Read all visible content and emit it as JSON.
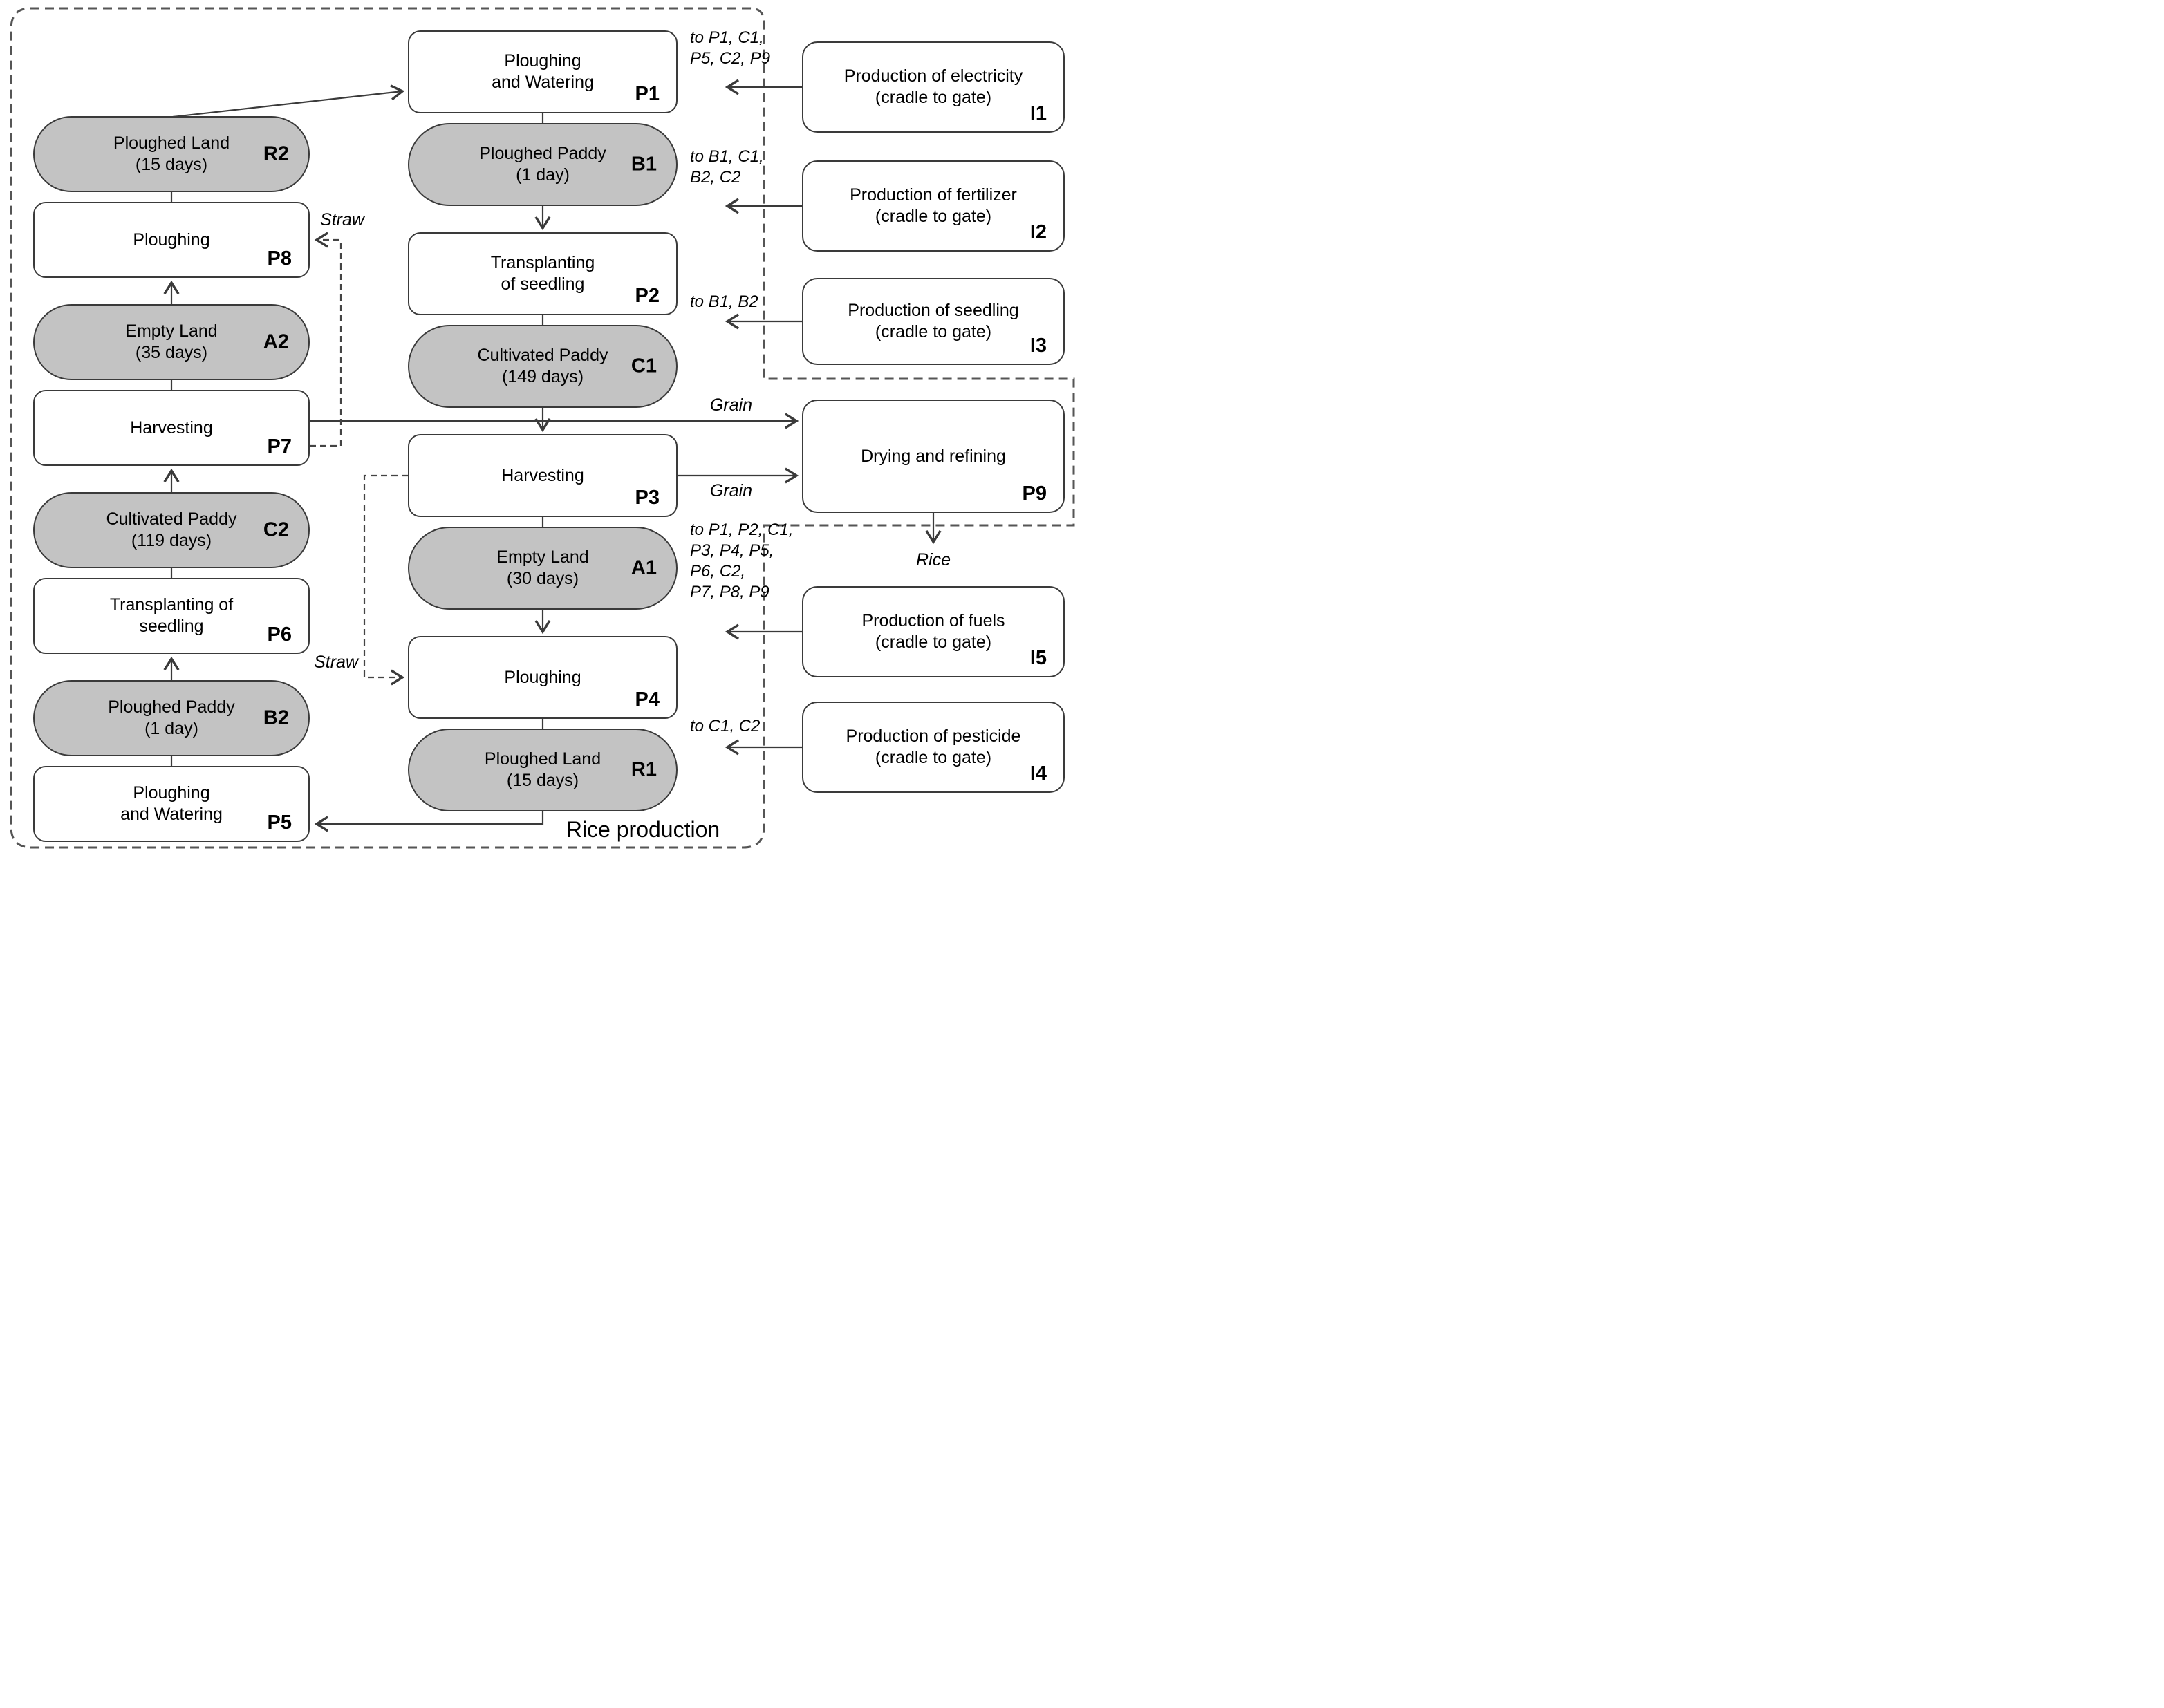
{
  "region": {
    "label": "Rice production"
  },
  "colors": {
    "state_fill": "#c3c3c3",
    "box_border": "#3a3a3a",
    "line": "#3a3a3a",
    "dashed_border": "#555555",
    "background": "#ffffff",
    "text": "#000000"
  },
  "nodes": {
    "P1": {
      "id": "P1",
      "line1": "Ploughing",
      "line2": "and Watering",
      "type": "process"
    },
    "B1": {
      "id": "B1",
      "line1": "Ploughed Paddy",
      "line2": "(1 day)",
      "type": "state"
    },
    "P2": {
      "id": "P2",
      "line1": "Transplanting",
      "line2": "of seedling",
      "type": "process"
    },
    "C1": {
      "id": "C1",
      "line1": "Cultivated Paddy",
      "line2": "(149 days)",
      "type": "state"
    },
    "P3": {
      "id": "P3",
      "line1": "Harvesting",
      "type": "process"
    },
    "A1": {
      "id": "A1",
      "line1": "Empty Land",
      "line2": "(30 days)",
      "type": "state"
    },
    "P4": {
      "id": "P4",
      "line1": "Ploughing",
      "type": "process"
    },
    "R1": {
      "id": "R1",
      "line1": "Ploughed Land",
      "line2": "(15 days)",
      "type": "state"
    },
    "R2": {
      "id": "R2",
      "line1": "Ploughed Land",
      "line2": "(15 days)",
      "type": "state"
    },
    "P8": {
      "id": "P8",
      "line1": "Ploughing",
      "type": "process"
    },
    "A2": {
      "id": "A2",
      "line1": "Empty Land",
      "line2": "(35 days)",
      "type": "state"
    },
    "P7": {
      "id": "P7",
      "line1": "Harvesting",
      "type": "process"
    },
    "C2": {
      "id": "C2",
      "line1": "Cultivated Paddy",
      "line2": "(119 days)",
      "type": "state"
    },
    "P6": {
      "id": "P6",
      "line1": "Transplanting of",
      "line2": "seedling",
      "type": "process"
    },
    "B2": {
      "id": "B2",
      "line1": "Ploughed Paddy",
      "line2": "(1 day)",
      "type": "state"
    },
    "P5": {
      "id": "P5",
      "line1": "Ploughing",
      "line2": "and Watering",
      "type": "process"
    },
    "I1": {
      "id": "I1",
      "line1": "Production of electricity",
      "line2": "(cradle to gate)",
      "type": "external"
    },
    "I2": {
      "id": "I2",
      "line1": "Production of fertilizer",
      "line2": "(cradle to gate)",
      "type": "external"
    },
    "I3": {
      "id": "I3",
      "line1": "Production of seedling",
      "line2": "(cradle to gate)",
      "type": "external"
    },
    "P9": {
      "id": "P9",
      "line1": "Drying and refining",
      "type": "process"
    },
    "I5": {
      "id": "I5",
      "line1": "Production of fuels",
      "line2": "(cradle to gate)",
      "type": "external"
    },
    "I4": {
      "id": "I4",
      "line1": "Production of pesticide",
      "line2": "(cradle to gate)",
      "type": "external"
    }
  },
  "io_labels": {
    "i1": {
      "lines": [
        "to P1, C1,",
        "P5, C2, P9"
      ]
    },
    "i2": {
      "lines": [
        "to B1, C1,",
        "B2, C2"
      ]
    },
    "i3": {
      "lines": [
        "to B1, B2"
      ]
    },
    "i5": {
      "lines": [
        "to P1, P2, C1,",
        "P3, P4, P5,",
        "P6, C2,",
        "P7, P8, P9"
      ]
    },
    "i4": {
      "lines": [
        "to C1, C2"
      ]
    }
  },
  "flow_labels": {
    "grain_upper": "Grain",
    "grain_lower": "Grain",
    "straw_upper": "Straw",
    "straw_lower": "Straw",
    "rice": "Rice"
  },
  "edges": [
    {
      "from": "P1",
      "to": "B1",
      "style": "plain"
    },
    {
      "from": "B1",
      "to": "P2",
      "style": "arrow"
    },
    {
      "from": "P2",
      "to": "C1",
      "style": "plain"
    },
    {
      "from": "C1",
      "to": "P3",
      "style": "arrow"
    },
    {
      "from": "P3",
      "to": "A1",
      "style": "plain"
    },
    {
      "from": "A1",
      "to": "P4",
      "style": "arrow"
    },
    {
      "from": "P4",
      "to": "R1",
      "style": "plain"
    },
    {
      "from": "R1",
      "to": "P5",
      "style": "arrow"
    },
    {
      "from": "P5",
      "to": "B2",
      "style": "plain"
    },
    {
      "from": "B2",
      "to": "P6",
      "style": "arrow"
    },
    {
      "from": "P6",
      "to": "C2",
      "style": "plain"
    },
    {
      "from": "C2",
      "to": "P7",
      "style": "arrow"
    },
    {
      "from": "P7",
      "to": "A2",
      "style": "plain"
    },
    {
      "from": "A2",
      "to": "P8",
      "style": "arrow"
    },
    {
      "from": "P8",
      "to": "R2",
      "style": "plain"
    },
    {
      "from": "R2",
      "to": "P1",
      "style": "arrow"
    },
    {
      "from": "P7",
      "to": "P9",
      "style": "arrow",
      "label": "Grain"
    },
    {
      "from": "P3",
      "to": "P9",
      "style": "arrow",
      "label": "Grain"
    },
    {
      "from": "P7",
      "to": "P8",
      "style": "dashed-arrow",
      "label": "Straw"
    },
    {
      "from": "P3",
      "to": "P4",
      "style": "dashed-arrow",
      "label": "Straw"
    },
    {
      "from": "P9",
      "to": "Rice",
      "style": "arrow",
      "label": "Rice"
    },
    {
      "from": "I1",
      "to": "P1, C1, P5, C2, P9",
      "style": "arrow"
    },
    {
      "from": "I2",
      "to": "B1, C1, B2, C2",
      "style": "arrow"
    },
    {
      "from": "I3",
      "to": "B1, B2",
      "style": "arrow"
    },
    {
      "from": "I5",
      "to": "P1, P2, C1, P3, P4, P5, P6, C2, P7, P8, P9",
      "style": "arrow"
    },
    {
      "from": "I4",
      "to": "C1, C2",
      "style": "arrow"
    }
  ]
}
